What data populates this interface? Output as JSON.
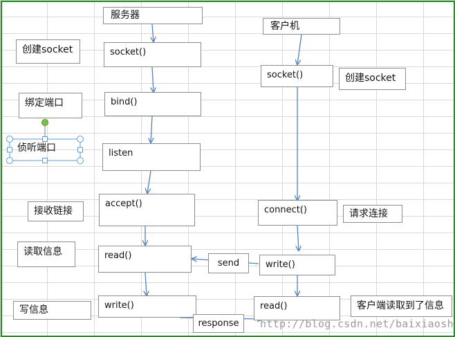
{
  "server": {
    "title": "服务器",
    "steps": [
      "socket()",
      "bind()",
      "listen",
      "accept()",
      "read()",
      "write()"
    ]
  },
  "client": {
    "title": "客户机",
    "steps": [
      "socket()",
      "connect()",
      "write()",
      "read()"
    ]
  },
  "annotations": {
    "server_create": "创建socket",
    "bind_port": "绑定端口",
    "listen_port": "侦听端口",
    "accept_link": "接收链接",
    "read_info": "读取信息",
    "write_info": "写信息",
    "client_create": "创建socket",
    "request_connect": "请求连接",
    "client_read_done": "客户端读取到了信息"
  },
  "messages": {
    "send": "send",
    "response": "response"
  },
  "watermark": "http://blog.csdn.net/baixiaoshi",
  "colors": {
    "border": "#1f8f1f",
    "arrow": "#4f81bd",
    "handle": "#5b9bd5",
    "rotate_handle": "#7ac142"
  }
}
